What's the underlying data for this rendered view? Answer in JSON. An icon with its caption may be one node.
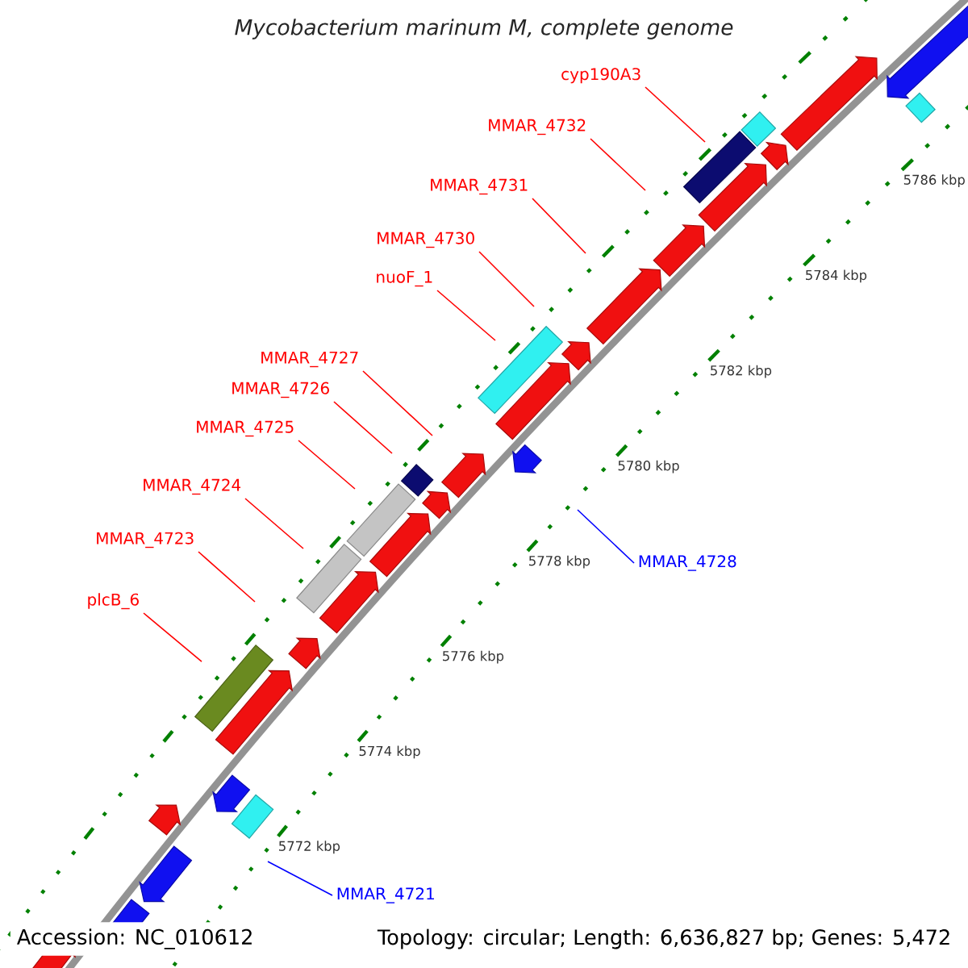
{
  "diagram": {
    "title": "Mycobacterium marinum M, complete genome",
    "nodes": [
      {
        "text": [
          "cyp190A3"
        ]
      },
      {
        "text": [
          "MMAR_4732"
        ]
      },
      {
        "text": [
          "MMAR_4731"
        ]
      },
      {
        "text": [
          "MMAR_4730"
        ]
      },
      {
        "text": [
          "nuoF_1"
        ]
      },
      {
        "text": [
          "MMAR_4727"
        ]
      },
      {
        "text": [
          "MMAR_4726"
        ]
      },
      {
        "text": [
          "MMAR_4725"
        ]
      },
      {
        "text": [
          "MMAR_4724"
        ]
      },
      {
        "text": [
          "MMAR_4723"
        ]
      },
      {
        "text": [
          "MMAR_4728"
        ]
      },
      {
        "text": [
          "plcB_6"
        ]
      },
      {
        "text": [
          "MMAR_4721"
        ]
      }
    ],
    "edges": [
      {
        "from": 0,
        "to": null,
        "arrow": "none"
      },
      {
        "from": 1,
        "to": null,
        "arrow": "none"
      },
      {
        "from": 2,
        "to": null,
        "arrow": "none"
      },
      {
        "from": 3,
        "to": null,
        "arrow": "none"
      },
      {
        "from": 4,
        "to": null,
        "arrow": "none"
      },
      {
        "from": 5,
        "to": null,
        "arrow": "none"
      },
      {
        "from": 6,
        "to": null,
        "arrow": "none"
      },
      {
        "from": 7,
        "to": null,
        "arrow": "none"
      },
      {
        "from": 8,
        "to": null,
        "arrow": "none"
      },
      {
        "from": 9,
        "to": null,
        "arrow": "none"
      },
      {
        "from": 10,
        "to": null,
        "arrow": "none",
        "color": "#0000ff"
      },
      {
        "from": 11,
        "to": null,
        "arrow": "none"
      },
      {
        "from": 12,
        "to": null,
        "arrow": "none",
        "color": "#0000ff"
      }
    ],
    "labels": [
      "5786 kbp",
      "5784 kbp",
      "5782 kbp",
      "5780 kbp",
      "5778 kbp",
      "5776 kbp",
      "5774 kbp",
      "5772 kbp",
      "Accession: NC_010612",
      "Topology: circular; Length: 6,636,827 bp; Genes: 5,472"
    ]
  }
}
